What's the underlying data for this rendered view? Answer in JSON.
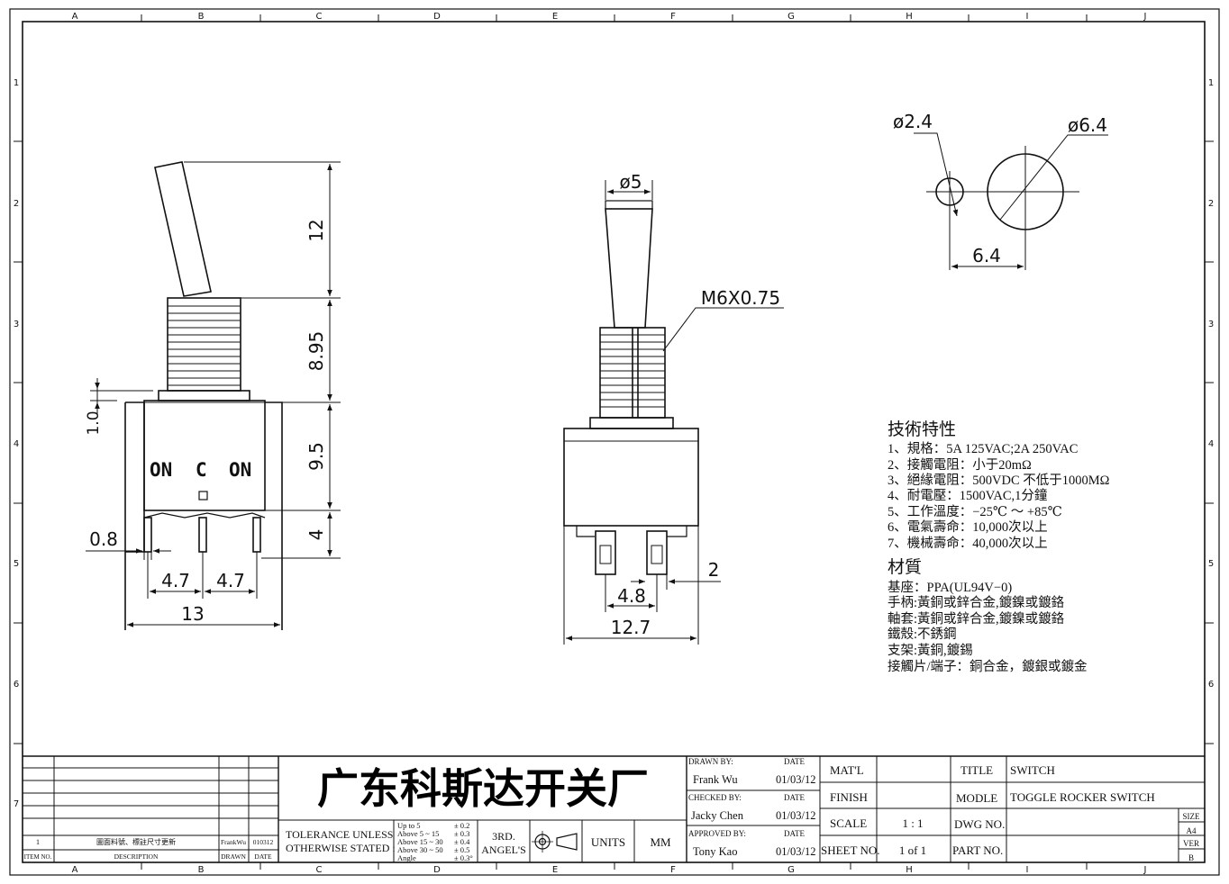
{
  "border": {
    "columns": [
      "A",
      "B",
      "C",
      "D",
      "E",
      "F",
      "G",
      "H",
      "I",
      "J"
    ],
    "rows": [
      "1",
      "2",
      "3",
      "4",
      "5",
      "6",
      "7"
    ]
  },
  "side_view": {
    "dims": {
      "handle": "12",
      "bushing": "8.95",
      "housing": "9.5",
      "terminal": "4",
      "flange": "1.0",
      "terminal_width": "0.8",
      "pitch_left": "4.7",
      "pitch_right": "4.7",
      "width": "13"
    },
    "labels": {
      "on_left": "ON",
      "center": "C",
      "on_right": "ON"
    }
  },
  "front_view": {
    "dims": {
      "tip_dia": "ø5",
      "thread": "M6X0.75",
      "terminal_gap": "2",
      "pitch": "4.8",
      "width": "12.7"
    }
  },
  "panel_cutout": {
    "dims": {
      "small_hole": "ø2.4",
      "large_hole": "ø6.4",
      "spacing": "6.4"
    }
  },
  "specs": {
    "title": "技術特性",
    "items": [
      "1、規格：5A 125VAC;2A 250VAC",
      "2、接觸電阻：小于20mΩ",
      "3、絕緣電阻：500VDC 不低于1000MΩ",
      "4、耐電壓：1500VAC,1分鐘",
      "5、工作溫度：−25℃ ～ +85℃",
      "6、電氣壽命：10,000次以上",
      "7、機械壽命：40,000次以上"
    ]
  },
  "materials": {
    "title": "材質",
    "items": [
      "基座：PPA(UL94V−0)",
      "手柄:黃銅或鋅合金,鍍鎳或鍍鉻",
      "軸套:黃銅或鋅合金,鍍鎳或鍍鉻",
      "鐵殼:不銹鋼",
      "支架:黃銅,鍍錫",
      "接觸片/端子：銅合金，鍍銀或鍍金"
    ]
  },
  "title_block": {
    "company": "广东科斯达开关厂",
    "revision": {
      "item_no": "1",
      "description": "圖面料號、標註尺寸更新",
      "drawn": "FrankWu",
      "date": "010312"
    },
    "revision_headers": {
      "item_no": "ITEM NO.",
      "description": "DESCRIPTION",
      "drawn": "DRAWN",
      "date": "DATE"
    },
    "tolerance_label_1": "TOLERANCE UNLESS",
    "tolerance_label_2": "OTHERWISE STATED :",
    "tolerance_ranges": [
      "Up to 5",
      "Above 5 ~ 15",
      "Above 15 ~ 30",
      "Above 30 ~ 50",
      "Angle"
    ],
    "tolerance_values": [
      "± 0.2",
      "± 0.3",
      "± 0.4",
      "± 0.5",
      "± 0.3°"
    ],
    "projection_1": "3RD.",
    "projection_2": "ANGEL'S",
    "units_label": "UNITS",
    "units_value": "MM",
    "drawn_by_label": "DRAWN BY:",
    "drawn_by": "Frank Wu",
    "checked_by_label": "CHECKED BY:",
    "checked_by": "Jacky Chen",
    "approved_by_label": "APPROVED BY:",
    "approved_by": "Tony Kao",
    "date_label": "DATE",
    "date_drawn": "01/03/12",
    "date_checked": "01/03/12",
    "date_approved": "01/03/12",
    "matl_label": "MAT'L",
    "finish_label": "FINISH",
    "scale_label": "SCALE",
    "scale_value": "1 : 1",
    "sheet_label": "SHEET NO.",
    "sheet_value": "1 of 1",
    "title_label": "TITLE",
    "title_value": "SWITCH",
    "model_label": "MODLE",
    "model_value": "TOGGLE ROCKER SWITCH",
    "dwg_label": "DWG NO.",
    "part_label": "PART NO.",
    "size_label": "SIZE",
    "size_value": "A4",
    "ver_label": "VER",
    "ver_value": "B"
  }
}
